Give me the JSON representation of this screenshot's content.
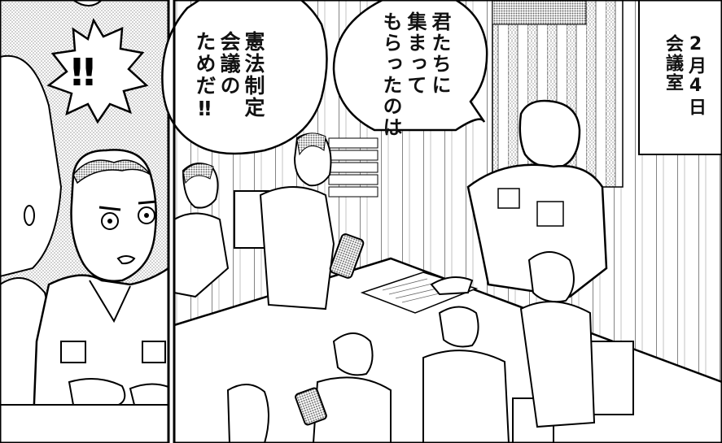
{
  "panel_right": {
    "bubble_top": "君たちに\n集まって\nもらったのは",
    "bubble_left": "憲法制定\n会議の\nためだ‼",
    "caption": "2月4日\n会議室"
  },
  "panel_left": {
    "exclamation": "!!"
  }
}
